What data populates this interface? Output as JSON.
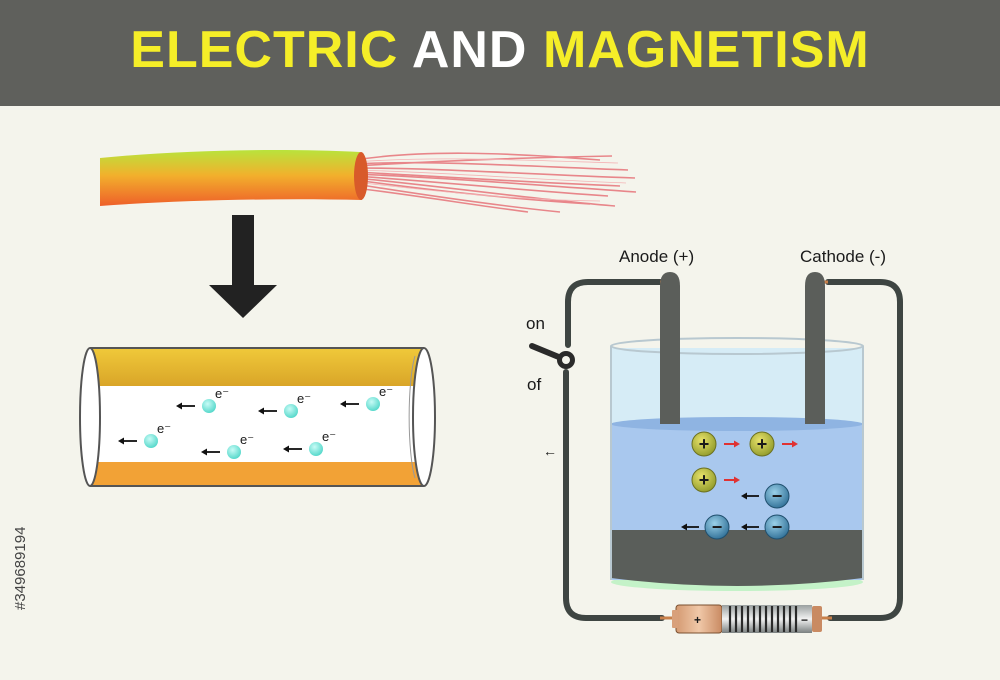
{
  "title": {
    "part1": "ELECTRIC",
    "part2": "AND",
    "part3": "MAGNETISM",
    "color_yellow": "#f5ee28",
    "color_white": "#ffffff",
    "bar_color": "#5f605c"
  },
  "wire": {
    "electron_symbol": "e⁻",
    "jacket_colors": [
      "#b6e03a",
      "#f0b02a",
      "#ee6a2a"
    ],
    "strand_color": "#e8868a",
    "electron_color": "#6fe0d6"
  },
  "cell": {
    "anode_label": "Anode (+)",
    "cathode_label": "Cathode (-)",
    "switch_on_label": "on",
    "switch_off_label": "of",
    "cation_symbol": "+",
    "anion_symbol": "−",
    "battery_plus": "+",
    "battery_minus": "−",
    "current_arrow": "←",
    "electrolyte_color": "#a9c8ee",
    "electrode_color": "#5b5e5a"
  },
  "watermark_id": "#349689194"
}
